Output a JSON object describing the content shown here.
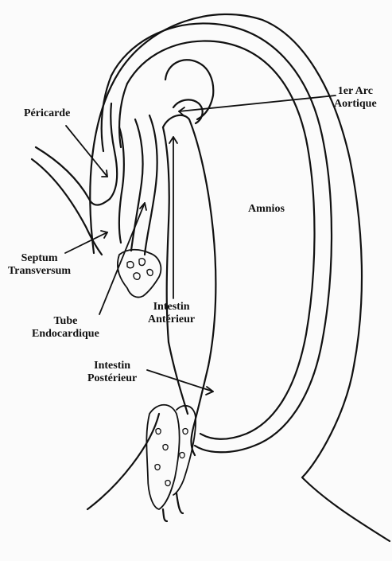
{
  "labels": {
    "pericarde": "Péricarde",
    "arc_line1": "1er Arc",
    "arc_line2": "Aortique",
    "amnios": "Amnios",
    "septum_line1": "Septum",
    "septum_line2": "Transversum",
    "tube_line1": "Tube",
    "tube_line2": "Endocardique",
    "intestin_ant_line1": "Intestin",
    "intestin_ant_line2": "Antérieur",
    "intestin_post_line1": "Intestin",
    "intestin_post_line2": "Postérieur"
  },
  "colors": {
    "line": "#111111",
    "background": "#fbfbfb"
  }
}
